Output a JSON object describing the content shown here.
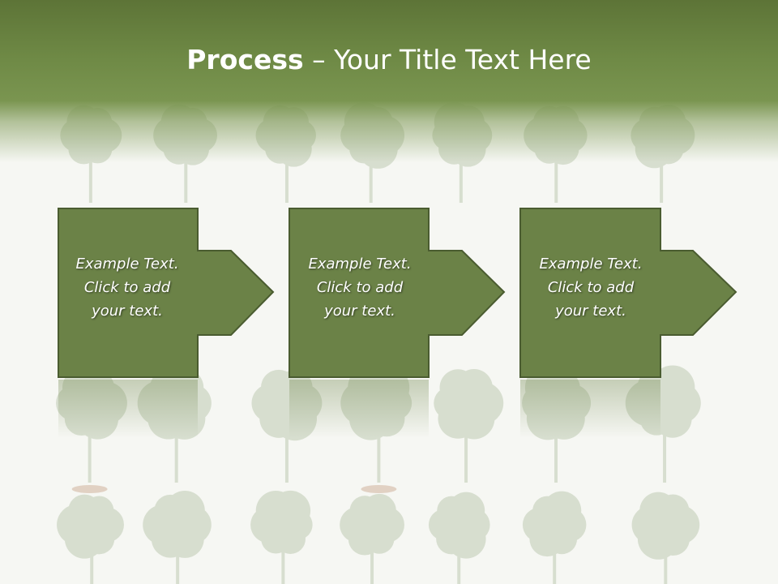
{
  "title": {
    "bold": "Process",
    "rest": " – Your Title Text Here"
  },
  "steps": [
    {
      "line1": "Example Text.",
      "line2": "Click  to add",
      "line3": "your text."
    },
    {
      "line1": "Example Text.",
      "line2": "Click  to add",
      "line3": "your text."
    },
    {
      "line1": "Example Text.",
      "line2": "Click  to add",
      "line3": "your text."
    }
  ],
  "colors": {
    "box_fill": "#6b8247",
    "box_border": "#4a5c30",
    "header_top": "#5d7437",
    "header_bottom": "#7a9550",
    "background": "#f6f7f3",
    "tree_color": "#6f8b55"
  }
}
